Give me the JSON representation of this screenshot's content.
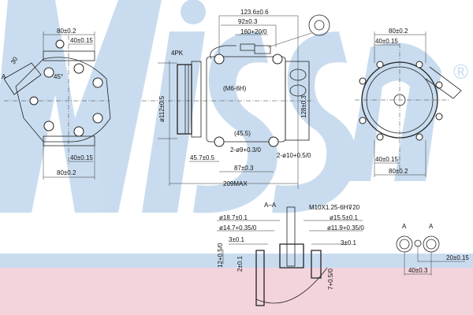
{
  "watermark": {
    "brand": "Nissens",
    "registered": "®",
    "color": "#c7dbef"
  },
  "bands": {
    "blue": "#c9dcef",
    "pink": "#f3d4dd"
  },
  "left_view": {
    "top_width": "80±0.2",
    "top_half": "40±0.15",
    "bottom_half": "40±0.15",
    "bottom_width": "80±0.2",
    "angle": "45°",
    "width_30": "30",
    "section": "A"
  },
  "top_dims": {
    "overall": "123.6±0.6",
    "to_connector": "92±0.3",
    "cable": "160+20/0"
  },
  "side_view": {
    "belt": "4PK",
    "pulley_dia": "ø112±0.5",
    "thread": "(M6-6H)",
    "thread2": "(45.5)",
    "holes_left": "2-ø9+0.3/0",
    "holes_right": "2-ø10+0.5/0",
    "offset": "45.7±0.5",
    "hole_spacing": "87±0.3",
    "length": "209MAX",
    "height": "128±0.3"
  },
  "right_view": {
    "top_width": "80±0.2",
    "top_half": "40±0.15",
    "bottom_half": "40±0.15",
    "bottom_width": "80±0.2"
  },
  "section": {
    "title": "A–A",
    "thread": "M10X1.25-6H⊽20",
    "d1": "ø18.7±0.1",
    "d2": "ø14.7+0.35/0",
    "d3": "ø15.5±0.1",
    "d4": "ø11.9+0.35/0",
    "w1": "3±0.1",
    "w2": "3±0.1",
    "h1": "12+0.5/0",
    "h2": "2±0.1",
    "h3": "7+0.5/0"
  },
  "ports": {
    "label_a1": "A",
    "label_a2": "A",
    "offset": "20±0.15",
    "spacing": "40±0.3"
  }
}
